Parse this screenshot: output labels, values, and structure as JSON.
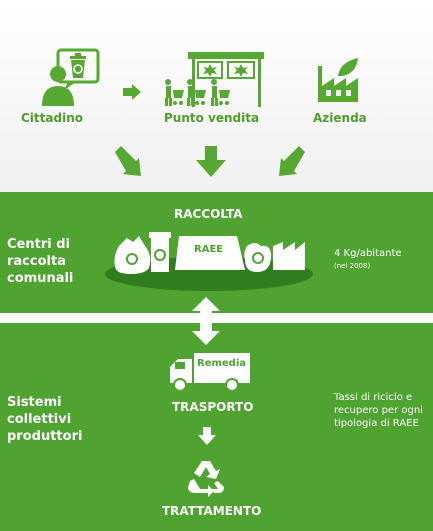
{
  "sources": {
    "cittadino": "Cittadino",
    "punto_vendita": "Punto vendita",
    "azienda": "Azienda"
  },
  "raccolta": {
    "heading": "RACCOLTA",
    "left_label": "Centri di raccolta comunali",
    "raee_label": "RAEE",
    "stat": "4 Kg/abitante",
    "stat_note": "(nel 2008)"
  },
  "trasporto": {
    "truck_brand": "Remedia",
    "heading": "TRASPORTO",
    "left_label": "Sistemi collettivi produttori",
    "right_text": "Tassi di riciclo e recupero per ogni tipologia di RAEE"
  },
  "trattamento": {
    "heading": "TRATTAMENTO"
  },
  "colors": {
    "green": "#4ea331",
    "dark_green": "#2f7d1f",
    "icon_green": "#57a832",
    "white": "#ffffff"
  },
  "icons": [
    "person-icon",
    "bin-icon",
    "arrow-right-icon",
    "shoppers-icon",
    "shop-icon",
    "factory-icon",
    "arrow-down-icon",
    "bag-icon",
    "container-icon",
    "truck-icon",
    "recycle-icon",
    "double-arrow-icon"
  ]
}
